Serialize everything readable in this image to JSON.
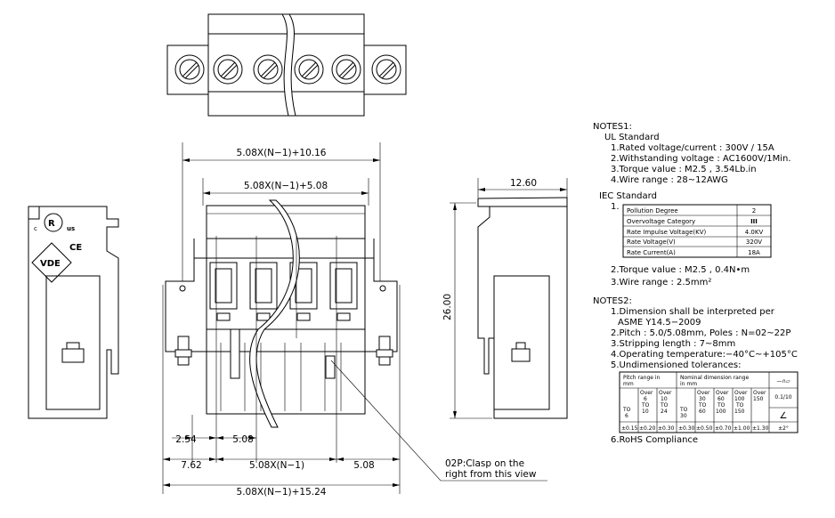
{
  "certification_marks": {
    "ul_left": "c",
    "ul_right": "us",
    "ce": "CE",
    "vde": "VDE"
  },
  "dimensions": {
    "overall_width": "5.08X(N−1)+15.24",
    "body_width": "5.08X(N−1)+10.16",
    "pitch_span_top": "5.08X(N−1)+5.08",
    "pitch_span_bottom": "5.08X(N−1)",
    "left_offset": "7.62",
    "right_offset": "5.08",
    "offset_a": "2.54",
    "pitch": "5.08",
    "height": "26.00",
    "depth": "12.60"
  },
  "clasp_note": {
    "line1": "02P:Clasp on the",
    "line2": "right from this view"
  },
  "notes1": {
    "title": "NOTES1:",
    "ul_title": "UL Standard",
    "ul_items": [
      "1.Rated voltage/current : 300V / 15A",
      "2.Withstanding voltage : AC1600V/1Min.",
      "3.Torque value : M2.5 , 3.54Lb.in",
      "4.Wire range : 28~12AWG"
    ],
    "iec_title": "IEC Standard",
    "iec_number": "1.",
    "iec_table": [
      {
        "label": "Pollution Degree",
        "value": "2"
      },
      {
        "label": "Overvoltage Category",
        "value": "III"
      },
      {
        "label": "Rate Impulse Voltage(KV)",
        "value": "4.0KV"
      },
      {
        "label": "Rate Voltage(V)",
        "value": "320V"
      },
      {
        "label": "Rate Current(A)",
        "value": "18A"
      }
    ],
    "iec_items": [
      "2.Torque value : M2.5 , 0.4N•m",
      "3.Wire range : 2.5mm²"
    ]
  },
  "notes2": {
    "title": "NOTES2:",
    "items": [
      "1.Dimension shall be interpreted per",
      "ASME Y14.5−2009",
      "2.Pitch : 5.0/5.08mm, Poles : N=02~22P",
      "3.Stripping length : 7~8mm",
      "4.Operating temperature:−40°C~+105°C",
      "5.Undimensioned tolerances:"
    ],
    "last_item": "6.RoHS Compliance",
    "tolerance_table": {
      "pitch_header": [
        "Pitch range in",
        "mm"
      ],
      "nominal_header": [
        "Nominal dimension range",
        "in mm"
      ],
      "angle_header": "—∩▱",
      "pitch_cols": [
        [
          "TO",
          "6"
        ],
        [
          "Over",
          "6",
          "TO",
          "10"
        ],
        [
          "Over",
          "10",
          "TO",
          "24"
        ]
      ],
      "nominal_cols": [
        [
          "TO",
          "30"
        ],
        [
          "Over",
          "30",
          "TO",
          "60"
        ],
        [
          "Over",
          "60",
          "TO",
          "100"
        ],
        [
          "Over",
          "100",
          "TO",
          "150"
        ],
        [
          "Over",
          "150"
        ]
      ],
      "angle_values": [
        "0.1/10",
        "∠"
      ],
      "tolerances": [
        "±0.15",
        "±0.20",
        "±0.30",
        "±0.30",
        "±0.50",
        "±0.70",
        "±1.00",
        "±1.30",
        "±2°"
      ]
    }
  }
}
